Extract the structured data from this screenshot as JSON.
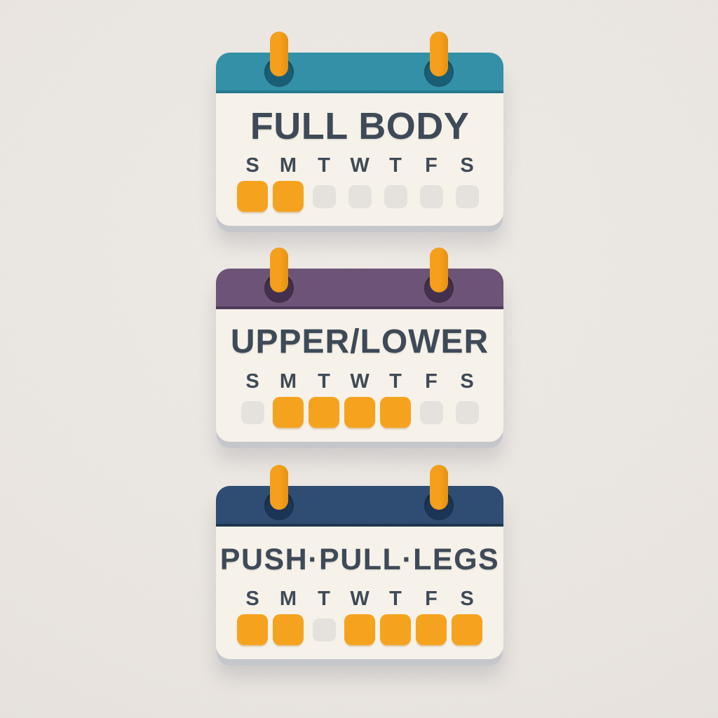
{
  "page": {
    "type": "workout-split-calendar-illustration",
    "background_color": "#EBE6E1"
  },
  "palette": {
    "card_body": "#F8F4EC",
    "card_bottom_edge": "#C7C9CF",
    "pin_color": "#F7A01C",
    "active_square_color": "#F7A41F",
    "rest_square_color": "#E7E4DF",
    "text_color": "#3E4A58"
  },
  "calendars": [
    {
      "title": "FULL BODY",
      "days": [
        "S",
        "M",
        "T",
        "W",
        "T",
        "F",
        "S"
      ],
      "active_days": [
        true,
        true,
        false,
        false,
        false,
        false,
        false
      ],
      "colors": {
        "header": "#3391A8",
        "header_edge": "#26798F",
        "pin_hole": "#1A5E75"
      }
    },
    {
      "title": "UPPER/LOWER",
      "days": [
        "S",
        "M",
        "T",
        "W",
        "T",
        "F",
        "S"
      ],
      "active_days": [
        false,
        true,
        true,
        true,
        true,
        false,
        false
      ],
      "colors": {
        "header": "#6E5478",
        "header_edge": "#4F3A59",
        "pin_hole": "#43304F"
      }
    },
    {
      "title": "PUSH·PULL·LEGS",
      "days": [
        "S",
        "M",
        "T",
        "W",
        "T",
        "F",
        "S"
      ],
      "active_days": [
        true,
        true,
        false,
        true,
        true,
        true,
        true
      ],
      "colors": {
        "header": "#2F4D73",
        "header_edge": "#20354F",
        "pin_hole": "#1C3457"
      }
    }
  ]
}
